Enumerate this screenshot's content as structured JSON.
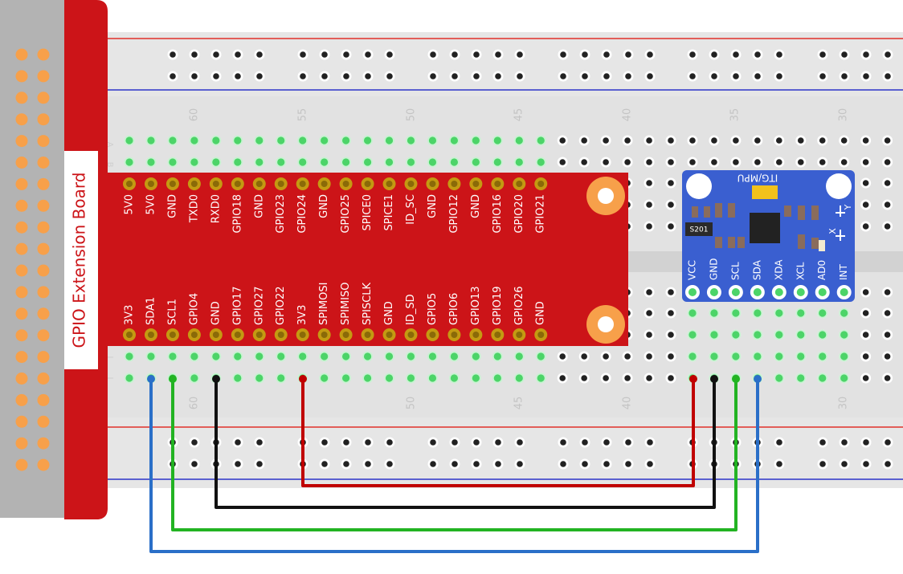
{
  "extension_board": {
    "title": "GPIO Extension Board",
    "top_row_labels": [
      "5V0",
      "5V0",
      "GND",
      "TXD0",
      "RXD0",
      "GPIO18",
      "GND",
      "GPIO23",
      "GPIO24",
      "GND",
      "GPIO25",
      "SPICE0",
      "SPICE1",
      "ID_SC",
      "GND",
      "GPIO12",
      "GND",
      "GPIO16",
      "GPIO20",
      "GPIO21"
    ],
    "bottom_row_labels": [
      "3V3",
      "SDA1",
      "SCL1",
      "GPIO4",
      "GND",
      "GPIO17",
      "GPIO27",
      "GPIO22",
      "3V3",
      "SPIMOSI",
      "SPIMISO",
      "SPISCLK",
      "GND",
      "ID_SD",
      "GPIO5",
      "GPIO6",
      "GPIO13",
      "GPIO19",
      "GPIO26",
      "GND"
    ]
  },
  "breadboard": {
    "top_column_numbers": [
      "60",
      "55",
      "50",
      "45",
      "40",
      "35",
      "30"
    ],
    "bottom_column_numbers": [
      "60",
      "50",
      "45",
      "40",
      "30"
    ],
    "row_letters_top": [
      "A",
      "B"
    ],
    "row_letters_bottom": [
      "I",
      "J"
    ]
  },
  "module": {
    "title": "ITG/MPU",
    "chip_label": "S201",
    "axis_labels": [
      "X",
      "Y"
    ],
    "pins": [
      "VCC",
      "GND",
      "SCL",
      "SDA",
      "XDA",
      "XCL",
      "AD0",
      "INT"
    ]
  },
  "wires": [
    {
      "name": "3V3 to VCC",
      "color": "#c00000"
    },
    {
      "name": "GND to GND",
      "color": "#111111"
    },
    {
      "name": "SCL1 to SCL",
      "color": "#22b322"
    },
    {
      "name": "SDA1 to SDA",
      "color": "#2a6fc8"
    }
  ],
  "colors": {
    "board_red": "#cc1418",
    "board_gray": "#b3b3b3",
    "pin_orange": "#f7a04a",
    "header_gold": "#c49a12",
    "breadboard": "#e6e6e6",
    "rail_red": "#e0302a",
    "rail_blue": "#2c33c8",
    "module_blue": "#3a5fd0",
    "hole_active": "#4cd468"
  }
}
